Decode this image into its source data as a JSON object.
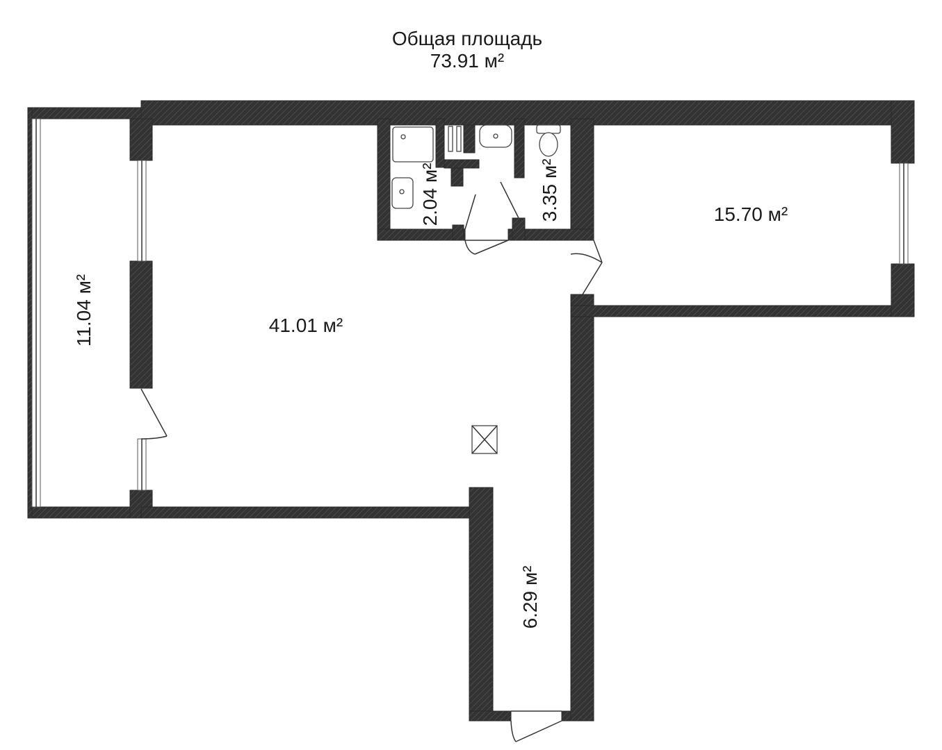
{
  "header": {
    "title_line1": "Общая площадь",
    "title_line2": "73.91 м²"
  },
  "rooms": {
    "living_room": "41.01 м²",
    "bedroom": "15.70 м²",
    "balcony": "11.04 м²",
    "hallway": "6.29 м²",
    "bathroom": "2.04 м²",
    "toilet": "3.35 м²"
  },
  "colors": {
    "wall": "#333333",
    "background": "#ffffff",
    "text": "#1a1a1a"
  }
}
